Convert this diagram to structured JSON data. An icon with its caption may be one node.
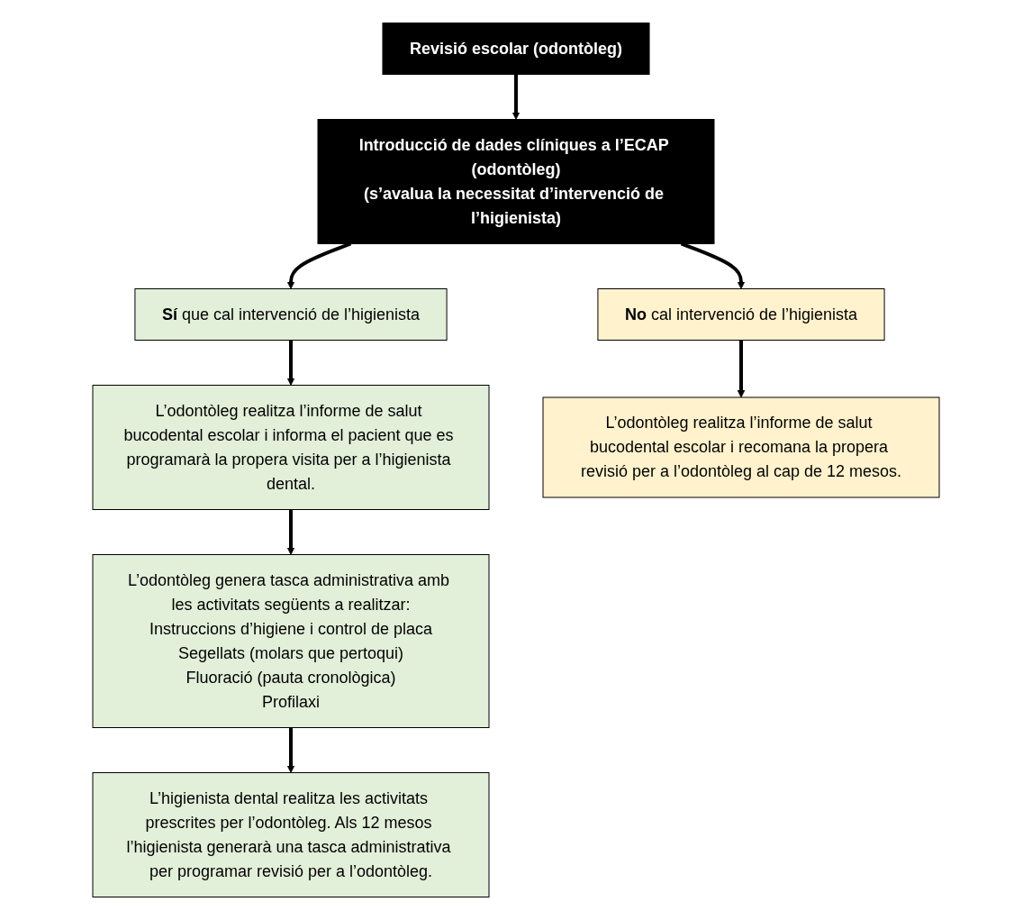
{
  "diagram": {
    "nodes": [
      {
        "text": [
          "Revisió escolar (odontòleg)"
        ]
      },
      {
        "text": [
          "Introducció de dades clíniques a l’ECAP (odontòleg)",
          "(s’avalua la necessitat d’intervenció de l’higienista)"
        ]
      },
      {
        "text": [
          "**Sí** que cal intervenció de l’higienista"
        ]
      },
      {
        "text": [
          "**No** cal intervenció de l’higienista"
        ]
      },
      {
        "text": [
          "L’odontòleg realitza l’informe de salut bucodental escolar i informa el pacient que es programarà la propera visita per a l’higienista dental."
        ]
      },
      {
        "text": [
          "L’odontòleg realitza l’informe de salut bucodental escolar i recomana la propera revisió per a l’odontòleg al cap de 12 mesos."
        ]
      },
      {
        "text": [
          "L’odontòleg genera tasca administrativa amb les activitats següents a realitzar:",
          "Instruccions d’higiene i control de placa",
          "Segellats (molars que pertoqui)",
          "Fluoració (pauta cronològica)",
          "Profilaxi"
        ]
      },
      {
        "text": [
          "L’higienista dental realitza les activitats prescrites per l’odontòleg. Als 12 mesos l’higienista generarà una tasca administrativa per programar revisió per a l’odontòleg."
        ]
      }
    ],
    "edges": [
      {
        "from": 0,
        "to": 1,
        "arrow": "to"
      },
      {
        "from": 1,
        "to": 2,
        "arrow": "to"
      },
      {
        "from": 1,
        "to": 3,
        "arrow": "to"
      },
      {
        "from": 2,
        "to": 4,
        "arrow": "to"
      },
      {
        "from": 3,
        "to": 5,
        "arrow": "to"
      },
      {
        "from": 4,
        "to": 6,
        "arrow": "to"
      },
      {
        "from": 6,
        "to": 7,
        "arrow": "to"
      }
    ]
  }
}
